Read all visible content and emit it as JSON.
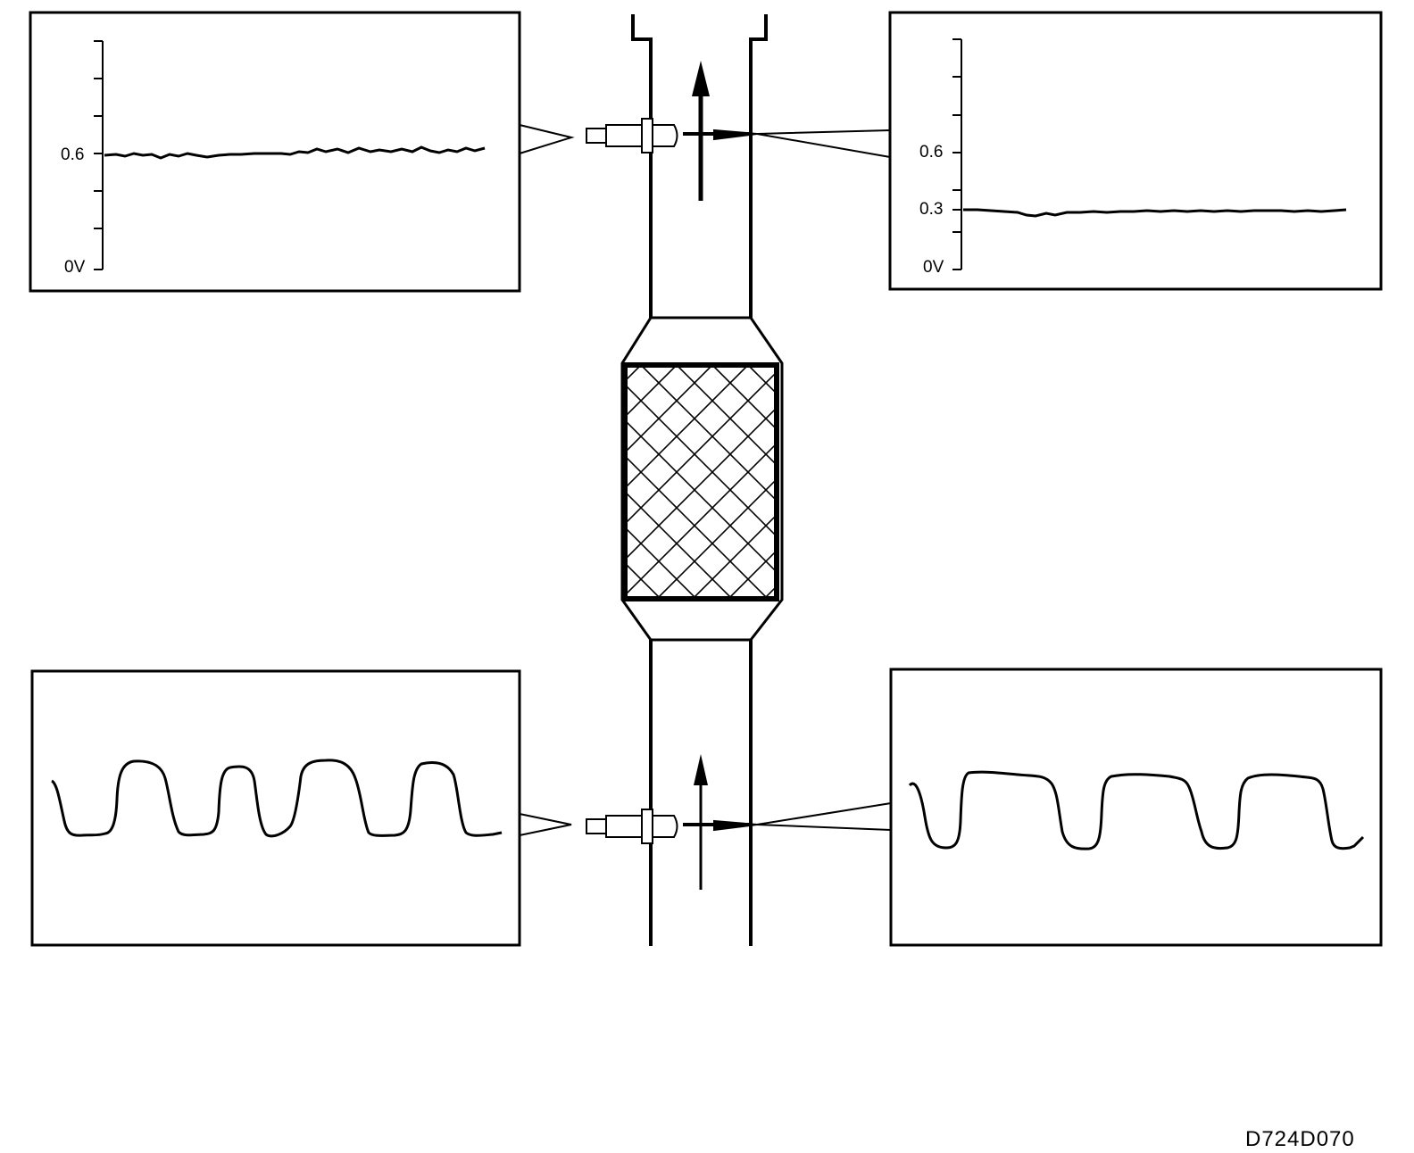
{
  "diagram_code": "D724D070",
  "colors": {
    "line": "#000000",
    "background": "#ffffff"
  },
  "panels": {
    "upper_left": {
      "y_ticks": [
        "0.6",
        "0V"
      ]
    },
    "upper_right": {
      "y_ticks": [
        "0.6",
        "0.3",
        "0V"
      ]
    }
  }
}
